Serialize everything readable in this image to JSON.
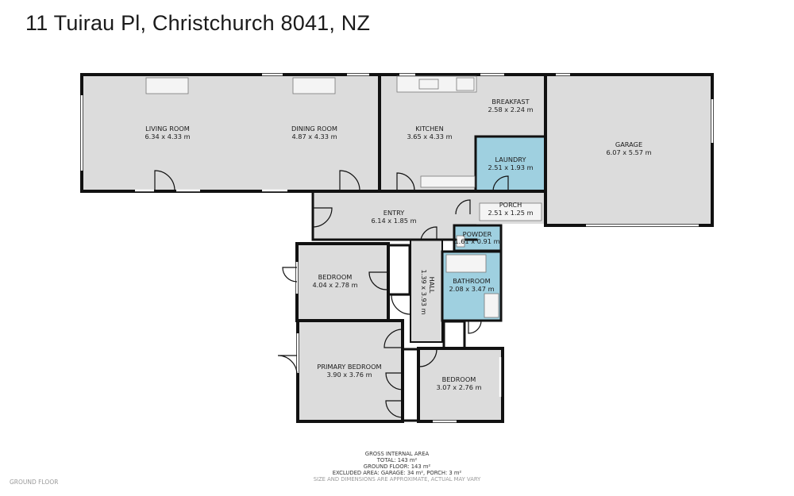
{
  "address": "11 Tuirau Pl, Christchurch 8041, NZ",
  "floor_label": "GROUND FLOOR",
  "rooms": {
    "living": {
      "name": "LIVING ROOM",
      "size": "6.34 x 4.33 m"
    },
    "dining": {
      "name": "DINING ROOM",
      "size": "4.87 x 4.33 m"
    },
    "kitchen": {
      "name": "KITCHEN",
      "size": "3.65 x 4.33 m"
    },
    "breakfast": {
      "name": "BREAKFAST",
      "size": "2.58 x 2.24 m"
    },
    "garage": {
      "name": "GARAGE",
      "size": "6.07 x 5.57 m"
    },
    "laundry": {
      "name": "LAUNDRY",
      "size": "2.51 x 1.93 m"
    },
    "porch": {
      "name": "PORCH",
      "size": "2.51 x 1.25 m"
    },
    "entry": {
      "name": "ENTRY",
      "size": "6.14 x 1.85 m"
    },
    "powder": {
      "name": "POWDER",
      "size": "1.61 x 0.91 m"
    },
    "bedroom1": {
      "name": "BEDROOM",
      "size": "4.04 x 2.78 m"
    },
    "hall": {
      "name": "HALL",
      "size": "1.39 x 3.93 m"
    },
    "bathroom": {
      "name": "BATHROOM",
      "size": "2.08 x 3.47 m"
    },
    "primary": {
      "name": "PRIMARY BEDROOM",
      "size": "3.90 x 3.76 m"
    },
    "bedroom2": {
      "name": "BEDROOM",
      "size": "3.07 x 2.76 m"
    }
  },
  "area": {
    "heading": "GROSS INTERNAL AREA",
    "total": "TOTAL: 143 m²",
    "ground": "GROUND FLOOR: 143 m²",
    "excluded": "EXCLUDED AREA: GARAGE: 34 m², PORCH: 3 m²",
    "disclaimer": "SIZE AND DIMENSIONS ARE APPROXIMATE, ACTUAL MAY VARY"
  },
  "colors": {
    "floor": "#dcdcdc",
    "wet": "#9fd0e0",
    "wall": "#111111"
  }
}
